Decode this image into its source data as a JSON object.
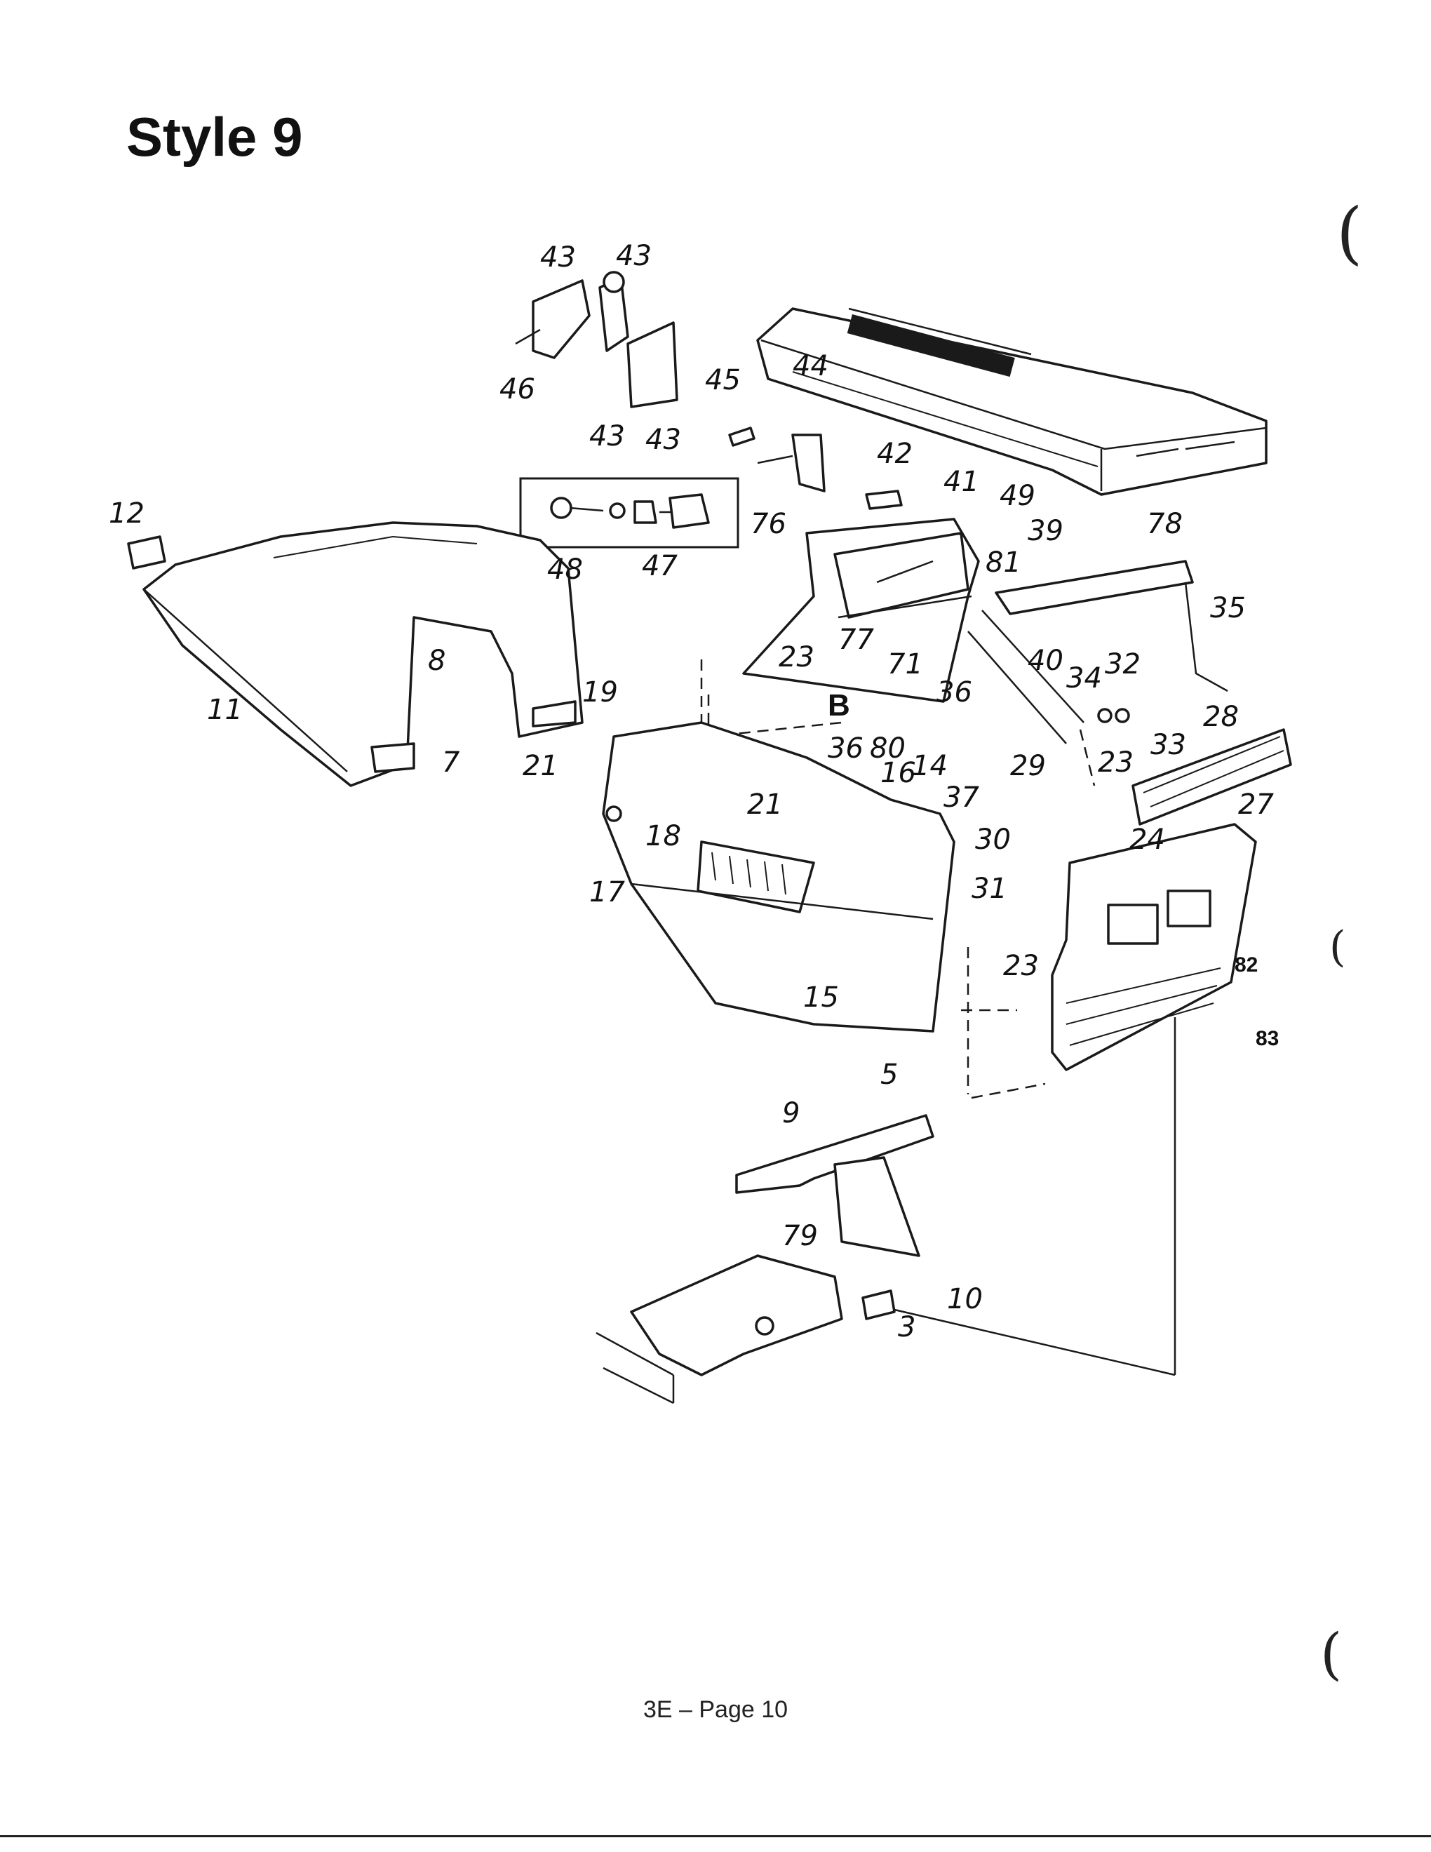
{
  "page": {
    "title": "Style 9",
    "footer": "3E – Page 10"
  },
  "diagram": {
    "callouts": [
      "43",
      "43",
      "46",
      "43",
      "43",
      "45",
      "44",
      "42",
      "41",
      "49",
      "48",
      "47",
      "76",
      "78",
      "39",
      "81",
      "12",
      "8",
      "11",
      "19",
      "7",
      "21",
      "21",
      "23",
      "77",
      "71",
      "36",
      "35",
      "40",
      "34",
      "32",
      "33",
      "28",
      "36",
      "80",
      "16",
      "14",
      "37",
      "29",
      "23",
      "18",
      "17",
      "30",
      "31",
      "24",
      "27",
      "82",
      "23",
      "15",
      "83",
      "5",
      "9",
      "79",
      "10",
      "3"
    ],
    "marker_label": "B",
    "margin_marks": [
      "(",
      "(",
      "("
    ]
  }
}
